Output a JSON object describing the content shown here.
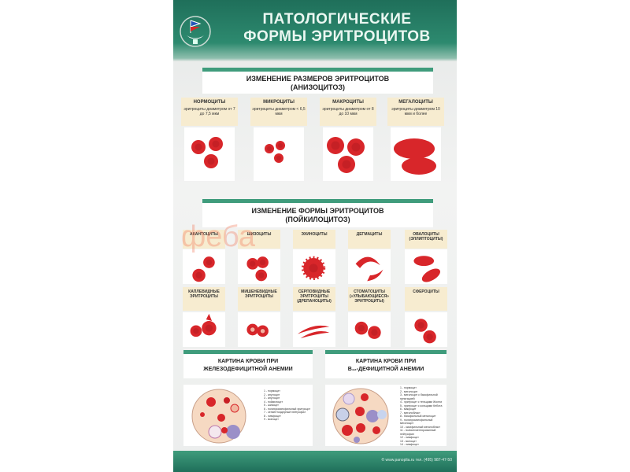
{
  "title": [
    "ПАТОЛОГИЧЕСКИЕ",
    "ФОРМЫ ЭРИТРОЦИТОВ"
  ],
  "section1": {
    "title": [
      "ИЗМЕНЕНИЕ РАЗМЕРОВ ЭРИТРОЦИТОВ",
      "(АНИЗОЦИТОЗ)"
    ],
    "items": [
      {
        "name": "НОРМОЦИТЫ",
        "desc": "эритроциты диаметром от 7 до 7,5 мкм"
      },
      {
        "name": "МИКРОЦИТЫ",
        "desc": "эритроциты диаметром < 6,5 мкм"
      },
      {
        "name": "МАКРОЦИТЫ",
        "desc": "эритроциты диаметром от 8 до 10 мкм"
      },
      {
        "name": "МЕГАЛОЦИТЫ",
        "desc": "эритроциты диаметром 10 мкм и более"
      }
    ]
  },
  "section2": {
    "title": [
      "ИЗМЕНЕНИЕ ФОРМЫ ЭРИТРОЦИТОВ",
      "(ПОЙКИЛОЦИТОЗ)"
    ],
    "row1": [
      "АКАНТОЦИТЫ",
      "ШИЗОЦИТЫ",
      "ЭХИНОЦИТЫ",
      "ДЕГМАЦИТЫ",
      "ОВАЛОЦИТЫ (ЭЛЛИПТОЦИТЫ)"
    ],
    "row2": [
      "КАПЛЕВИДНЫЕ ЭРИТРОЦИТЫ",
      "МИШЕНЕВИДНЫЕ ЭРИТРОЦИТЫ",
      "СЕРПОВИДНЫЕ ЭРИТРОЦИТЫ (ДРЕПАНОЦИТЫ)",
      "СТОМАТОЦИТЫ («УЛЫБАЮЩИЕСЯ» ЭРИТРОЦИТЫ)",
      "СФЕРОЦИТЫ"
    ]
  },
  "section3": {
    "left": {
      "title": [
        "КАРТИНА КРОВИ ПРИ",
        "ЖЕЛЕЗОДЕФИЦИТНОЙ АНЕМИИ"
      ],
      "legend": [
        "1 - нормоцит",
        "2 - анулоцит",
        "3 - анулоцит",
        "4 - пойкилоцит",
        "5 - шизоцит",
        "6 - полихроматофильный эритроцит",
        "7 - сегментоядерный нейтрофил",
        "8 - лимфоцит",
        "9 - моноцит"
      ]
    },
    "right": {
      "title": [
        "КАРТИНА КРОВИ ПРИ",
        "B₁₂-ДЕФИЦИТНОЙ АНЕМИИ"
      ],
      "legend": [
        "1 - нормоцит",
        "2 - мегалоцит",
        "3 - мегалоцит с базофильной пунктацией",
        "4 - эритроцит с тельцами Жолли",
        "5 - эритроцит с кольцами Кебота",
        "6 - макроцит",
        "7 - мегалобласт",
        "8 - базофильный мегалоцит",
        "9 - полихроматофильный мегалоцит",
        "10 - оксифильный мегалобласт",
        "11 - полисегментированный нейтрофил",
        "12 - лимфоцит",
        "13 - моноцит",
        "14 - лимфоцит"
      ]
    }
  },
  "watermark": "феба",
  "footer": "© www.panoplia.ru  тел. (495) 987-47-50",
  "colors": {
    "green": "#2d8a6f",
    "cell": "#d8262a",
    "label_bg": "#f7ecd0"
  }
}
